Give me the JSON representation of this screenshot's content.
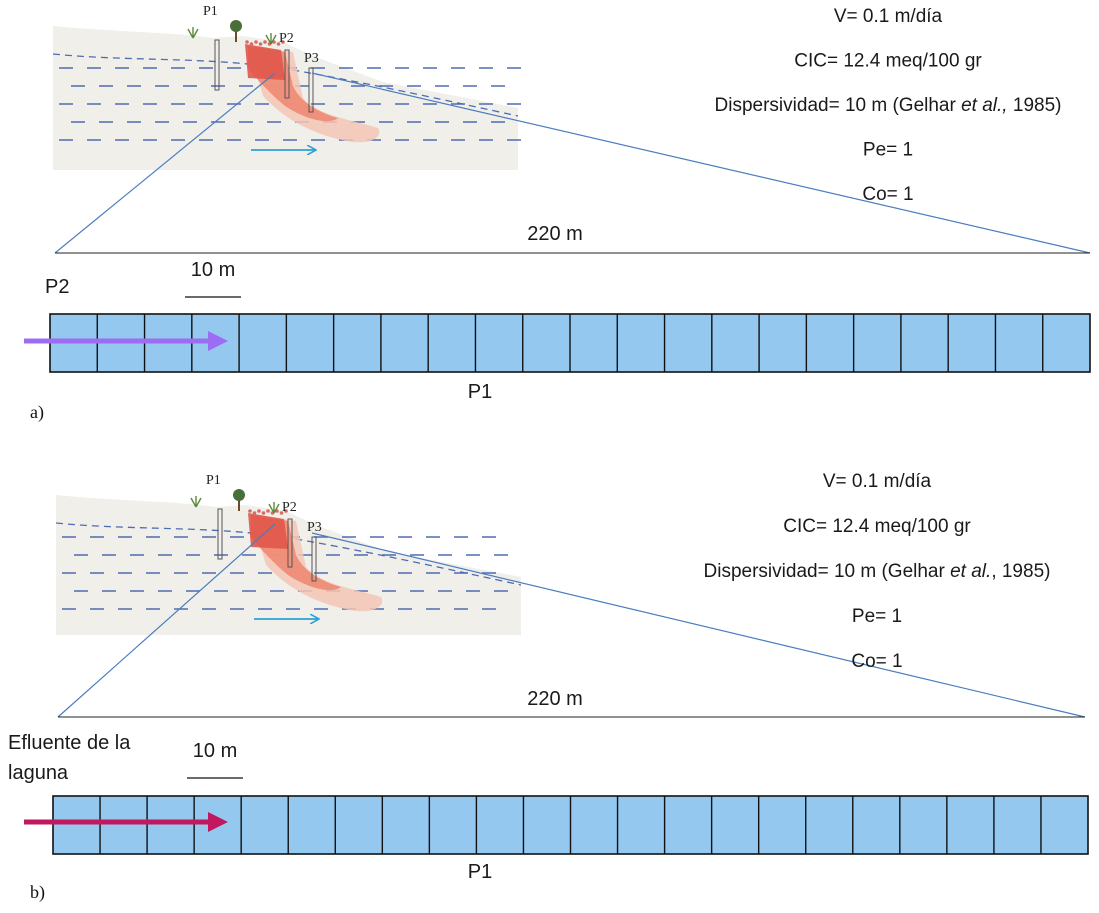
{
  "colors": {
    "cell_fill": "#94c8ee",
    "cell_border": "#111111",
    "line_blue": "#4a7ebf",
    "arrow_purple": "#9c6cf2",
    "arrow_magenta": "#c1185f",
    "effluent_text": "#a3193f",
    "plume_red": "#e0574b",
    "flow_arrow": "#2aa2d6",
    "water_dash": "#4f6bb3"
  },
  "panels": [
    {
      "id": "a",
      "caption": "a)",
      "params": [
        {
          "parts": [
            {
              "text": "V= 0.1 m/día"
            }
          ]
        },
        {
          "parts": [
            {
              "text": "CIC= 12.4 meq/100 gr"
            }
          ]
        },
        {
          "parts": [
            {
              "text": "Dispersividad= 10 m (Gelhar "
            },
            {
              "text": "et al.,",
              "italic": true
            },
            {
              "text": " 1985)"
            }
          ]
        },
        {
          "parts": [
            {
              "text": "Pe= 1"
            }
          ]
        },
        {
          "parts": [
            {
              "text": "Co= 1"
            }
          ]
        }
      ],
      "distance_label": "220 m",
      "scale_label": "10 m",
      "source_label": "P2",
      "source_label_lines": [],
      "cell_label": "P1",
      "cell_count": 22,
      "well_labels": [
        "P1",
        "P2",
        "P3"
      ],
      "arrow_color_key": "arrow_purple"
    },
    {
      "id": "b",
      "caption": "b)",
      "params": [
        {
          "parts": [
            {
              "text": "V= 0.1 m/día"
            }
          ]
        },
        {
          "parts": [
            {
              "text": "CIC= 12.4 meq/100 gr"
            }
          ]
        },
        {
          "parts": [
            {
              "text": "Dispersividad= 10 m (Gelhar "
            },
            {
              "text": "et al.",
              "italic": true
            },
            {
              "text": ", 1985)"
            }
          ]
        },
        {
          "parts": [
            {
              "text": "Pe= 1"
            }
          ]
        },
        {
          "parts": [
            {
              "text": "Co= 1"
            }
          ]
        }
      ],
      "distance_label": "220 m",
      "scale_label": "10 m",
      "source_label": "",
      "source_label_lines": [
        "Efluente de la",
        "laguna"
      ],
      "cell_label": "P1",
      "cell_count": 22,
      "well_labels": [
        "P1",
        "P2",
        "P3"
      ],
      "arrow_color_key": "arrow_magenta"
    }
  ]
}
